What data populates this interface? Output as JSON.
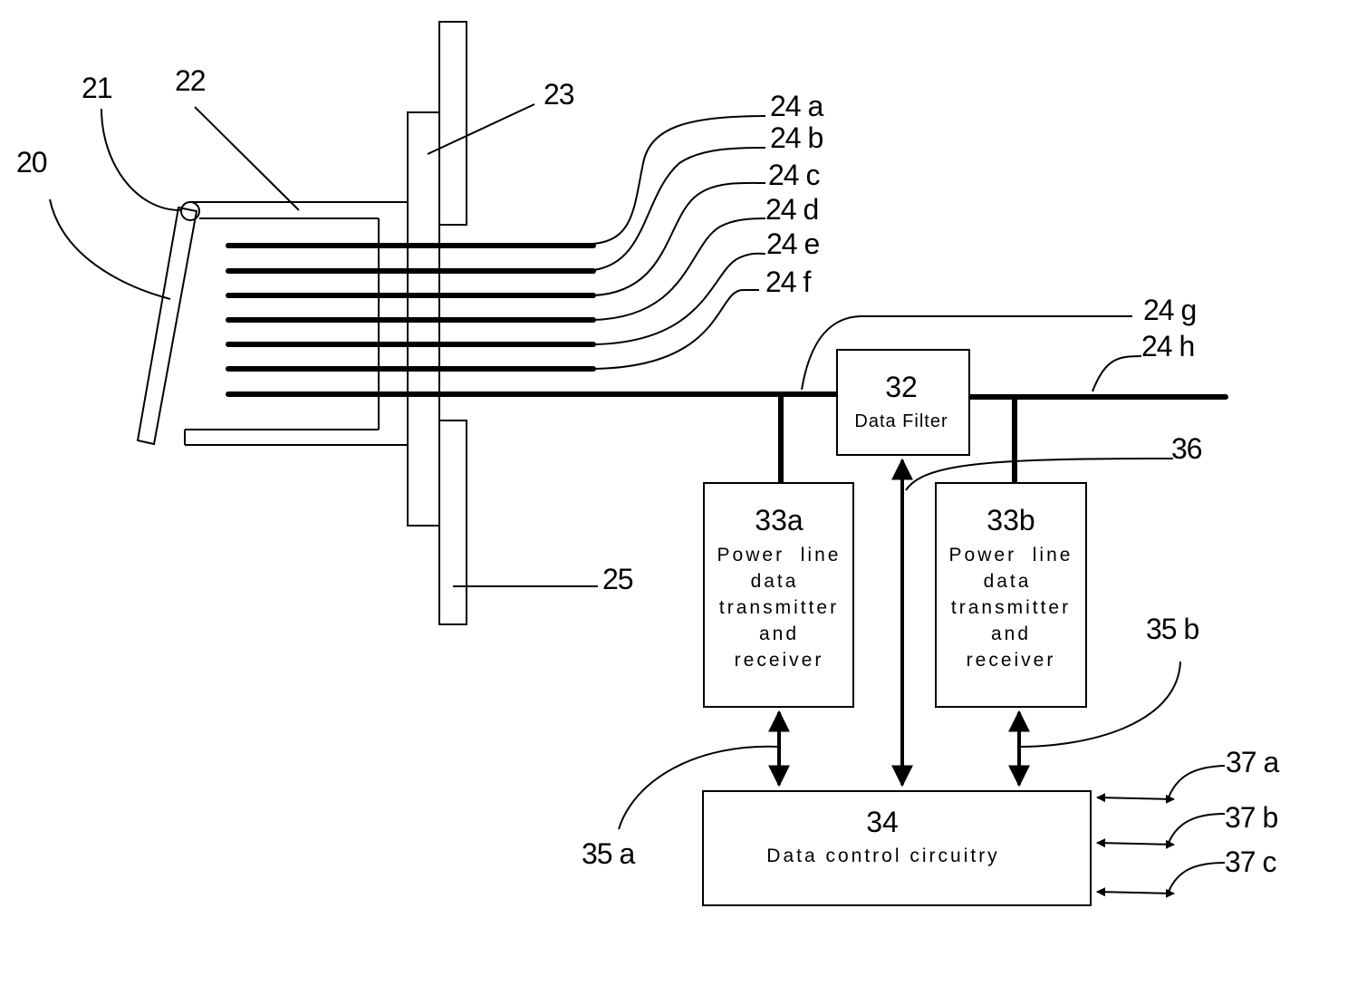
{
  "labels": {
    "l20": "20",
    "l21": "21",
    "l22": "22",
    "l23": "23",
    "l24a": "24 a",
    "l24b": "24 b",
    "l24c": "24 c",
    "l24d": "24 d",
    "l24e": "24 e",
    "l24f": "24 f",
    "l24g": "24 g",
    "l24h": "24 h",
    "l25": "25",
    "l35a": "35 a",
    "l35b": "35 b",
    "l36": "36",
    "l37a": "37 a",
    "l37b": "37 b",
    "l37c": "37 c"
  },
  "boxes": {
    "filter": {
      "number": "32",
      "text": "Data Filter"
    },
    "plc_a": {
      "number": "33a",
      "line1": "Power  line",
      "line2": "data",
      "line3": "transmitter",
      "line4": "and",
      "line5": "receiver"
    },
    "plc_b": {
      "number": "33b",
      "line1": "Power  line",
      "line2": "data",
      "line3": "transmitter",
      "line4": "and",
      "line5": "receiver"
    },
    "control": {
      "number": "34",
      "text": "Data control circuitry"
    }
  }
}
